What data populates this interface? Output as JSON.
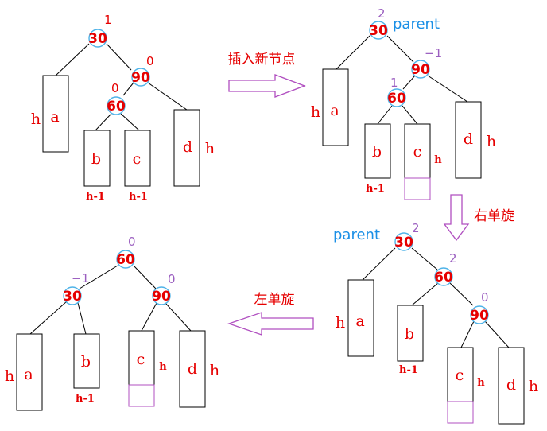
{
  "operations": {
    "insert": "插入新节点",
    "right_rotate": "右单旋",
    "left_rotate": "左单旋"
  },
  "parent_label": "parent",
  "colors": {
    "label_red": "#e60000",
    "node_circle": "#4fb3e8",
    "bf_red": "#e60000",
    "bf_purple": "#9b5fc0",
    "arrow_purple": "#b04fc0",
    "parent_blue": "#1a8fe6"
  },
  "stage1": {
    "n30": {
      "key": "30",
      "bf": "1"
    },
    "n90": {
      "key": "90",
      "bf": "0"
    },
    "n60": {
      "key": "60",
      "bf": "0"
    },
    "a": "a",
    "b": "b",
    "c": "c",
    "d": "d",
    "h_a": "h",
    "h_d": "h",
    "h1_b": "h-1",
    "h1_c": "h-1"
  },
  "stage2": {
    "n30": {
      "key": "30",
      "bf": "2"
    },
    "n90": {
      "key": "90",
      "bf": "−1"
    },
    "n60": {
      "key": "60",
      "bf": "1"
    },
    "a": "a",
    "b": "b",
    "c": "c",
    "d": "d",
    "h_a": "h",
    "h_c": "h",
    "h_d": "h",
    "h1_b": "h-1"
  },
  "stage3": {
    "n30": {
      "key": "30",
      "bf": "2"
    },
    "n60": {
      "key": "60",
      "bf": "2"
    },
    "n90": {
      "key": "90",
      "bf": "0"
    },
    "a": "a",
    "b": "b",
    "c": "c",
    "d": "d",
    "h_a": "h",
    "h_c": "h",
    "h_d": "h",
    "h1_b": "h-1"
  },
  "stage4": {
    "n60": {
      "key": "60",
      "bf": "0"
    },
    "n30": {
      "key": "30",
      "bf": "−1"
    },
    "n90": {
      "key": "90",
      "bf": "0"
    },
    "a": "a",
    "b": "b",
    "c": "c",
    "d": "d",
    "h_a": "h",
    "h_c": "h",
    "h_d": "h",
    "h1_b": "h-1"
  }
}
